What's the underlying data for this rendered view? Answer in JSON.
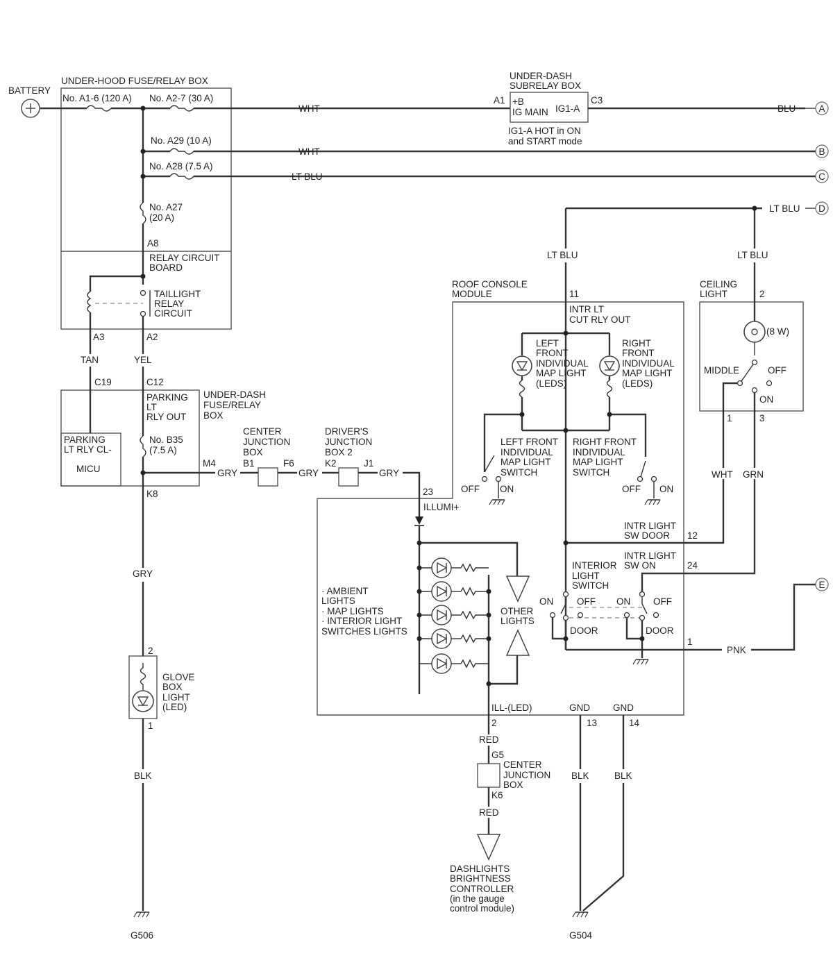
{
  "battery": {
    "label": "BATTERY"
  },
  "underhood": {
    "title": "UNDER-HOOD FUSE/RELAY BOX",
    "fuse_a1_6": "No. A1-6 (120 A)",
    "fuse_a2_7": "No. A2-7 (30 A)",
    "fuse_a29": "No. A29 (10 A)",
    "fuse_a28": "No. A28 (7.5 A)",
    "fuse_a27_l1": "No. A27",
    "fuse_a27_l2": "(20 A)",
    "pin_a8": "A8",
    "relay_board_l1": "RELAY CIRCUIT",
    "relay_board_l2": "BOARD",
    "taillight_l1": "TAILLIGHT",
    "taillight_l2": "RELAY",
    "taillight_l3": "CIRCUIT",
    "pin_a3": "A3",
    "pin_a2": "A2"
  },
  "subrelay": {
    "title_l1": "UNDER-DASH",
    "title_l2": "SUBRELAY BOX",
    "pin_a1": "A1",
    "pin_c3": "C3",
    "b_plus": "+B",
    "ig_main": "IG MAIN",
    "ig1a": "IG1-A",
    "note_l1": "IG1-A HOT in ON",
    "note_l2": "and START mode"
  },
  "wires": {
    "wht1": "WHT",
    "blu": "BLU",
    "wht2": "WHT",
    "ltblu1": "LT BLU",
    "ltblu_d": "LT BLU",
    "ltblu_left": "LT BLU",
    "ltblu_right": "LT BLU",
    "tan": "TAN",
    "yel": "YEL",
    "gry1": "GRY",
    "gry2": "GRY",
    "gry3": "GRY",
    "gry_down": "GRY",
    "blk_glove": "BLK",
    "wht_ceiling": "WHT",
    "grn_ceiling": "GRN",
    "pnk": "PNK",
    "red1": "RED",
    "red2": "RED",
    "blk13": "BLK",
    "blk14": "BLK"
  },
  "connectors": {
    "a": "A",
    "b": "B",
    "c": "C",
    "d": "D",
    "e": "E"
  },
  "underdash": {
    "title_l1": "UNDER-DASH",
    "title_l2": "FUSE/RELAY",
    "title_l3": "BOX",
    "pin_c19": "C19",
    "pin_c12": "C12",
    "parking_l1": "PARKING",
    "parking_l2": "LT",
    "parking_l3": "RLY OUT",
    "cl_l1": "PARKING",
    "cl_l2": "LT RLY CL-",
    "cl_l3": "MICU",
    "fuse_b35_l1": "No. B35",
    "fuse_b35_l2": "(7.5 A)",
    "pin_m4": "M4",
    "pin_k8": "K8"
  },
  "cjb": {
    "l1": "CENTER",
    "l2": "JUNCTION",
    "l3": "BOX",
    "pin_b1": "B1",
    "pin_f6": "F6"
  },
  "djb": {
    "l1": "DRIVER'S",
    "l2": "JUNCTION",
    "l3": "BOX 2",
    "pin_k2": "K2",
    "pin_j1": "J1"
  },
  "roof": {
    "title_l1": "ROOF CONSOLE",
    "title_l2": "MODULE",
    "pin_11": "11",
    "cut_l1": "INTR LT",
    "cut_l2": "CUT RLY OUT",
    "left_map_l1": "LEFT",
    "left_map_l2": "FRONT",
    "left_map_l3": "INDIVIDUAL",
    "left_map_l4": "MAP LIGHT",
    "left_map_l5": "(LEDS)",
    "right_map_l1": "RIGHT",
    "right_map_l2": "FRONT",
    "right_map_l3": "INDIVIDUAL",
    "right_map_l4": "MAP LIGHT",
    "right_map_l5": "(LEDS)",
    "left_sw_l1": "LEFT FRONT",
    "left_sw_l2": "INDIVIDUAL",
    "left_sw_l3": "MAP LIGHT",
    "left_sw_l4": "SWITCH",
    "right_sw_l1": "RIGHT FRONT",
    "right_sw_l2": "INDIVIDUAL",
    "right_sw_l3": "MAP LIGHT",
    "right_sw_l4": "SWITCH",
    "off1": "OFF",
    "on1": "ON",
    "off2": "OFF",
    "on2": "ON",
    "pin_23": "23",
    "illumi": "ILLUMI+",
    "amb_l1": "· AMBIENT",
    "amb_l2": "LIGHTS",
    "amb_l3": "· MAP LIGHTS",
    "amb_l4": "· INTERIOR LIGHT",
    "amb_l5": "SWITCHES LIGHTS",
    "other_l1": "OTHER",
    "other_l2": "LIGHTS",
    "door_l1": "INTR LIGHT",
    "door_l2": "SW DOOR",
    "pin_12": "12",
    "swon_l1": "INTR LIGHT",
    "swon_l2": "SW ON",
    "pin_24": "24",
    "ils_l1": "INTERIOR",
    "ils_l2": "LIGHT",
    "ils_l3": "SWITCH",
    "on3": "ON",
    "off3": "OFF",
    "on4": "ON",
    "off4": "OFF",
    "door1": "DOOR",
    "door2": "DOOR",
    "pin_1": "1",
    "ill_minus": "ILL-(LED)",
    "gnd1": "GND",
    "gnd2": "GND",
    "pin_2": "2",
    "pin_13": "13",
    "pin_14": "14"
  },
  "ceiling": {
    "title_l1": "CEILING",
    "title_l2": "LIGHT",
    "pin_2": "2",
    "watt": "(8 W)",
    "middle": "MIDDLE",
    "off": "OFF",
    "on": "ON",
    "pin_1": "1",
    "pin_3": "3"
  },
  "glove": {
    "pin_2": "2",
    "pin_1": "1",
    "l1": "GLOVE",
    "l2": "BOX",
    "l3": "LIGHT",
    "l4": "(LED)"
  },
  "cjb2": {
    "pin_g5": "G5",
    "pin_k6": "K6",
    "l1": "CENTER",
    "l2": "JUNCTION",
    "l3": "BOX"
  },
  "dash": {
    "l1": "DASHLIGHTS",
    "l2": "BRIGHTNESS",
    "l3": "CONTROLLER",
    "l4": "(in the gauge",
    "l5": "control module)"
  },
  "grounds": {
    "g506": "G506",
    "g504": "G504"
  }
}
